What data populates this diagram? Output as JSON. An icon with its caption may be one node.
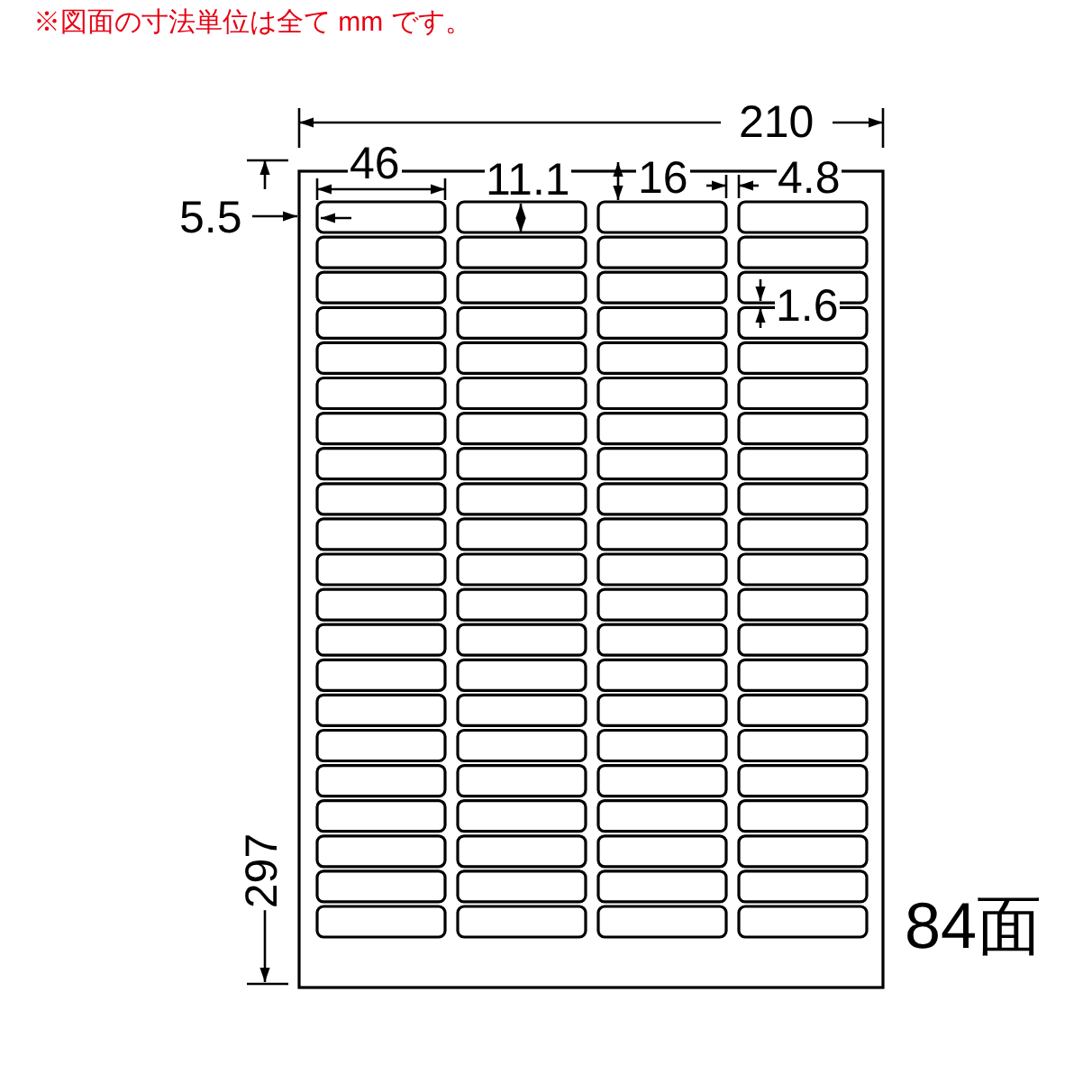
{
  "diagram": {
    "labels": [
      "※図面の寸法単位は全て mm です。",
      "210",
      "46",
      "11.1",
      "16",
      "4.8",
      "5.5",
      "1.6",
      "297",
      "84面"
    ]
  }
}
